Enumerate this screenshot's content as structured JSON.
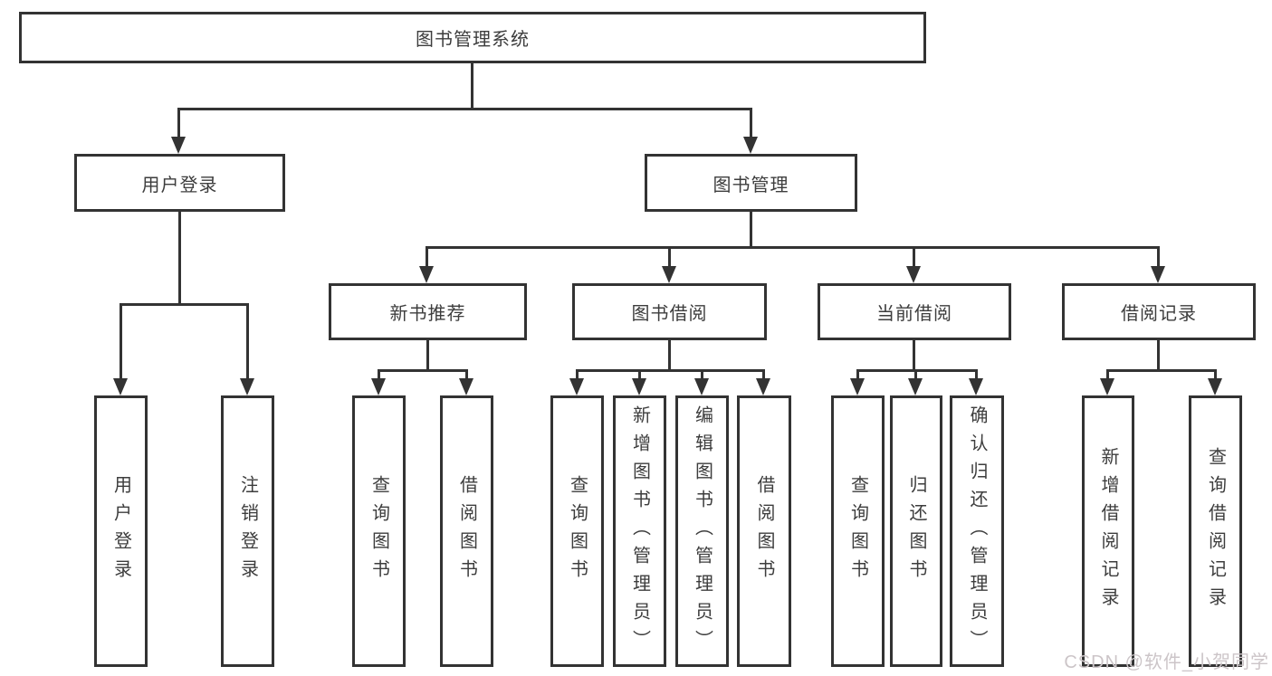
{
  "nodes": {
    "root": {
      "label": "图书管理系统"
    },
    "level2": [
      {
        "label": "用户登录"
      },
      {
        "label": "图书管理"
      }
    ],
    "level3": [
      {
        "label": "新书推荐"
      },
      {
        "label": "图书借阅"
      },
      {
        "label": "当前借阅"
      },
      {
        "label": "借阅记录"
      }
    ],
    "leaves": [
      {
        "label": "用户登录"
      },
      {
        "label": "注销登录"
      },
      {
        "label": "查询图书"
      },
      {
        "label": "借阅图书"
      },
      {
        "label": "查询图书"
      },
      {
        "label": "新增图书（管理员）"
      },
      {
        "label": "编辑图书（管理员）"
      },
      {
        "label": "借阅图书"
      },
      {
        "label": "查询图书"
      },
      {
        "label": "归还图书"
      },
      {
        "label": "确认归还（管理员）"
      },
      {
        "label": "新增借阅记录"
      },
      {
        "label": "查询借阅记录"
      }
    ]
  },
  "hierarchy": {
    "图书管理系统": [
      "用户登录",
      "图书管理"
    ],
    "用户登录": [
      "用户登录",
      "注销登录"
    ],
    "图书管理": [
      "新书推荐",
      "图书借阅",
      "当前借阅",
      "借阅记录"
    ],
    "新书推荐": [
      "查询图书",
      "借阅图书"
    ],
    "图书借阅": [
      "查询图书",
      "新增图书（管理员）",
      "编辑图书（管理员）",
      "借阅图书"
    ],
    "当前借阅": [
      "查询图书",
      "归还图书",
      "确认归还（管理员）"
    ],
    "借阅记录": [
      "新增借阅记录",
      "查询借阅记录"
    ]
  },
  "watermark": "CSDN @软件_小贺同学",
  "colors": {
    "line": "#333333",
    "text": "#3d3d3d",
    "watermark": "#ccc5c8",
    "background": "#ffffff"
  }
}
